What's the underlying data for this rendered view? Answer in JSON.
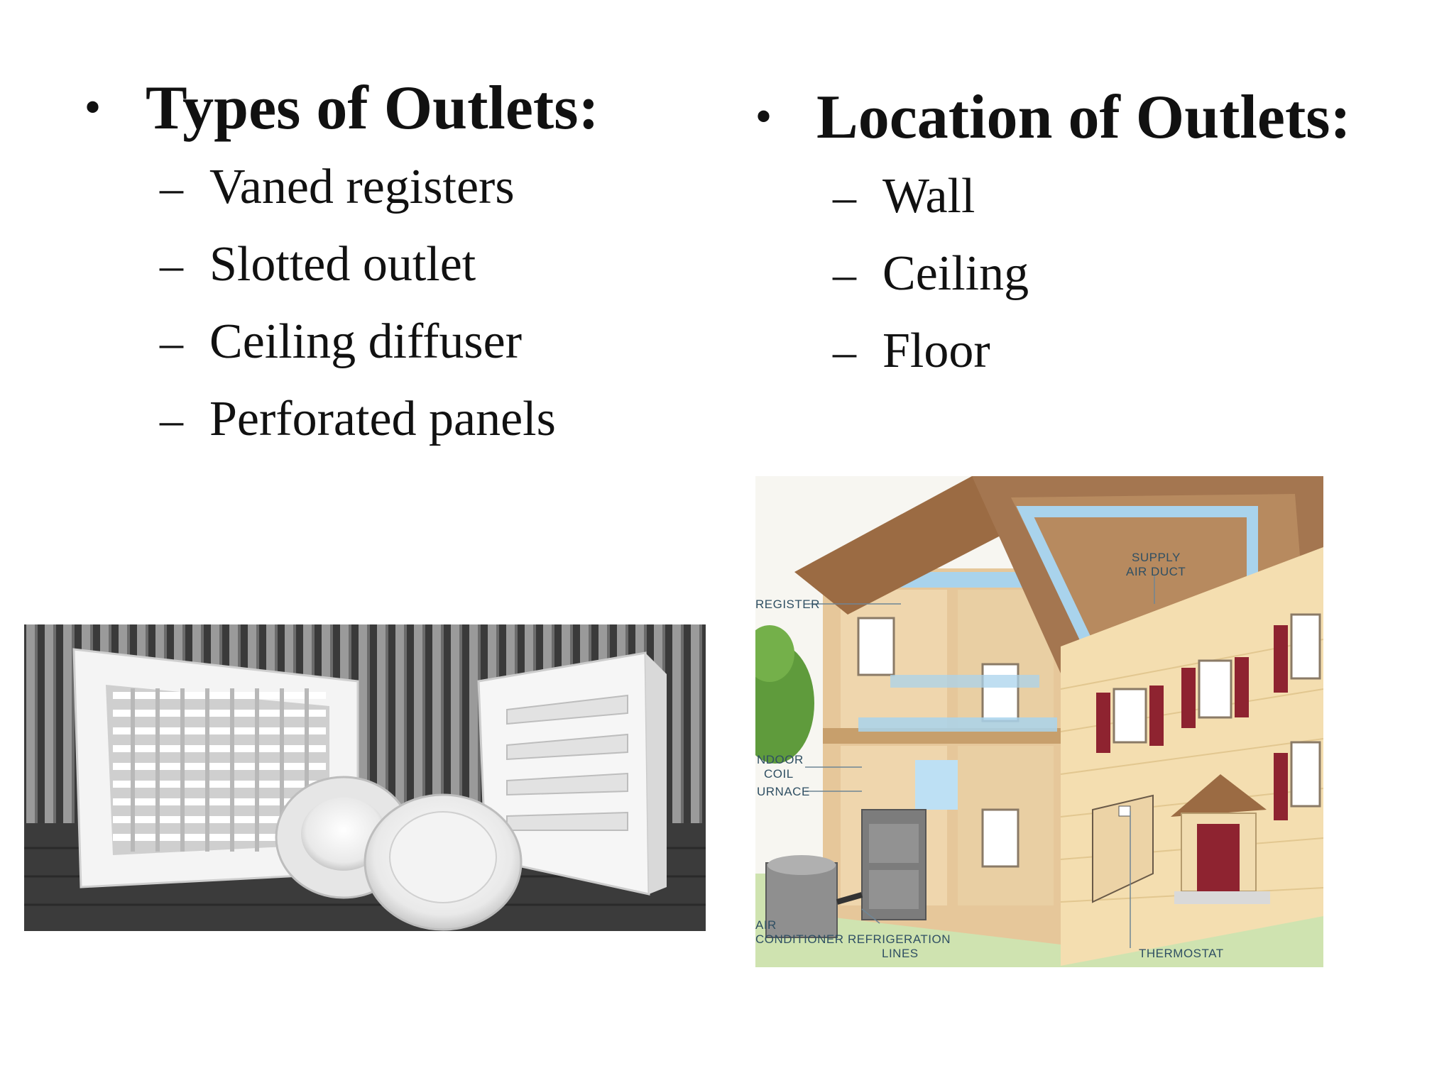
{
  "left_column": {
    "bullet": "•",
    "heading": "Types of Outlets:",
    "dash": "–",
    "items": [
      {
        "label": "Vaned registers"
      },
      {
        "label": "Slotted outlet"
      },
      {
        "label": "Ceiling diffuser"
      },
      {
        "label": "Perforated panels"
      }
    ]
  },
  "right_column": {
    "bullet": "•",
    "heading": "Location of Outlets:",
    "dash": "–",
    "items": [
      {
        "label": "Wall"
      },
      {
        "label": "Ceiling"
      },
      {
        "label": "Floor"
      }
    ]
  },
  "house_diagram": {
    "labels": {
      "register": "REGISTER",
      "supply_duct_1": "SUPPLY",
      "supply_duct_2": "AIR DUCT",
      "indoor_coil_1": "NDOOR",
      "indoor_coil_2": "COIL",
      "furnace": "URNACE",
      "air_conditioner_1": "AIR",
      "air_conditioner_2": "CONDITIONER",
      "refrigeration_1": "REFRIGERATION",
      "refrigeration_2": "LINES",
      "thermostat": "THERMOSTAT"
    }
  },
  "colors": {
    "text": "#111111",
    "duct": "#a9d3ec",
    "roof": "#9b6b43",
    "siding": "#f4deb0",
    "shutter": "#8e2330",
    "grass": "#cfe3b0"
  }
}
